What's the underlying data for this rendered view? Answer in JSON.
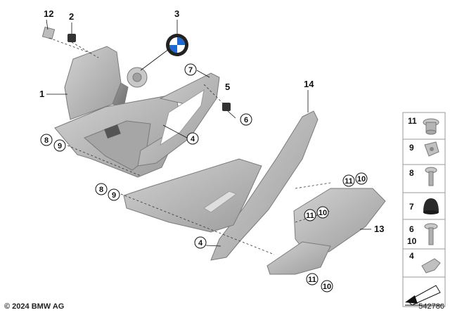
{
  "labels": {
    "p1": "1",
    "p2": "2",
    "p3": "3",
    "p4a": "4",
    "p4b": "4",
    "p5": "5",
    "p6": "6",
    "p7": "7",
    "p8a": "8",
    "p9a": "9",
    "p8b": "8",
    "p9b": "9",
    "p12": "12",
    "p13": "13",
    "p14": "14",
    "p11a": "11",
    "p10a": "10",
    "p11b": "11",
    "p10b": "10",
    "p11c": "11",
    "p10c": "10"
  },
  "legend": {
    "r1": "11",
    "r2": "9",
    "r3": "8",
    "r4": "7",
    "r5a": "6",
    "r5b": "10",
    "r6": "4"
  },
  "footer": {
    "copyright": "© 2024 BMW AG",
    "part_number": "542780"
  },
  "colors": {
    "part_fill": "#b9b9b9",
    "part_stroke": "#7a7a7a",
    "legend_border": "#9a9a9a",
    "bmw_blue": "#1c69d4"
  }
}
